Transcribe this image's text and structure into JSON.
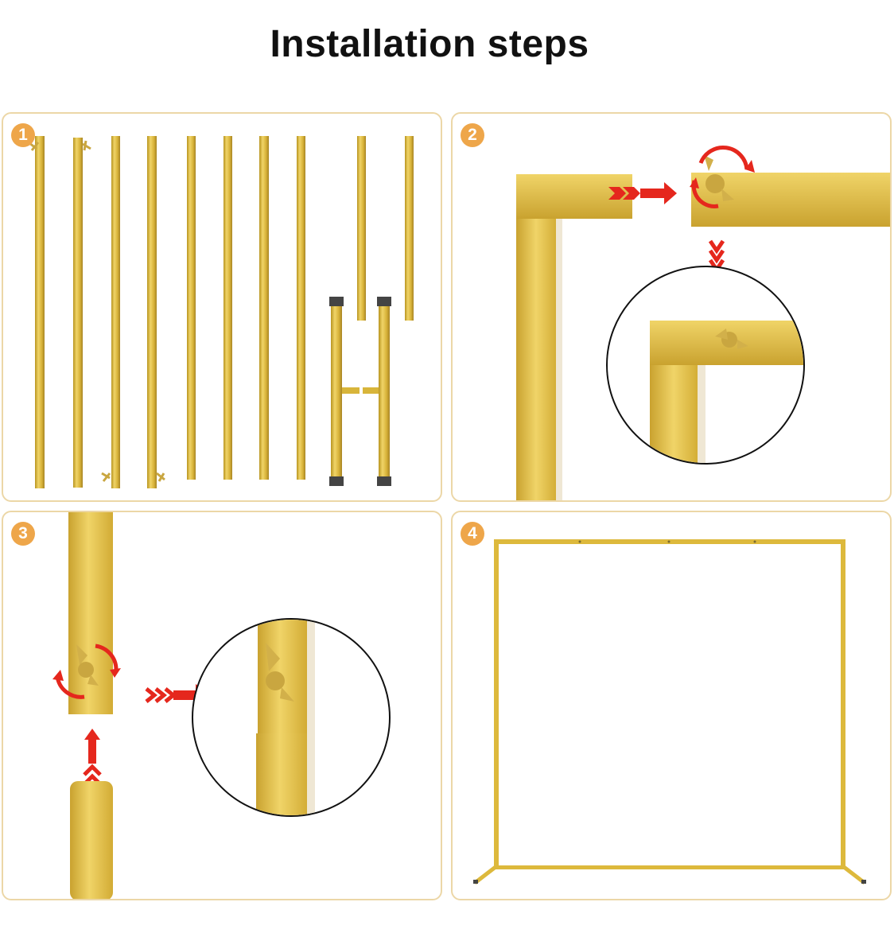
{
  "title": "Installation steps",
  "colors": {
    "gold": "#d8b53a",
    "gold_light": "#edd267",
    "gold_dark": "#a88524",
    "panel_border": "#ecd7a7",
    "badge": "#eea64a",
    "arrow": "#e5271d"
  },
  "steps": [
    {
      "number": "1",
      "icon": "frame-parts-icon"
    },
    {
      "number": "2",
      "icon": "corner-connection-icon"
    },
    {
      "number": "3",
      "icon": "vertical-connection-icon"
    },
    {
      "number": "4",
      "icon": "assembled-frame-icon"
    }
  ]
}
